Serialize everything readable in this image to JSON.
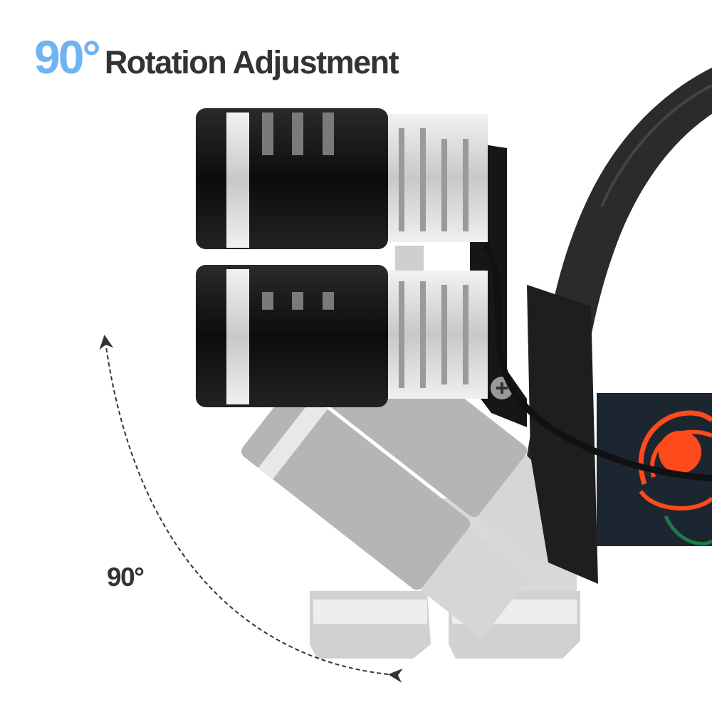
{
  "headline": {
    "angle": "90°",
    "title": "Rotation Adjustment"
  },
  "diagram": {
    "angle_label": "90°",
    "arc": {
      "style": "dashed",
      "direction": "up-to-down rotation",
      "color": "#333333"
    }
  },
  "product": {
    "description": "Dual-lens LED headlamp shown from the side, with ghosted images showing 90° tilt positions",
    "colors": {
      "body": "#151515",
      "aluminum": "#d8d8d8",
      "ghost": "#b8b8b8",
      "strap": "#1c2630",
      "strap_orange": "#ff4a1c",
      "strap_green": "#1f7a45",
      "accent_blue": "#6fb3f2"
    }
  }
}
